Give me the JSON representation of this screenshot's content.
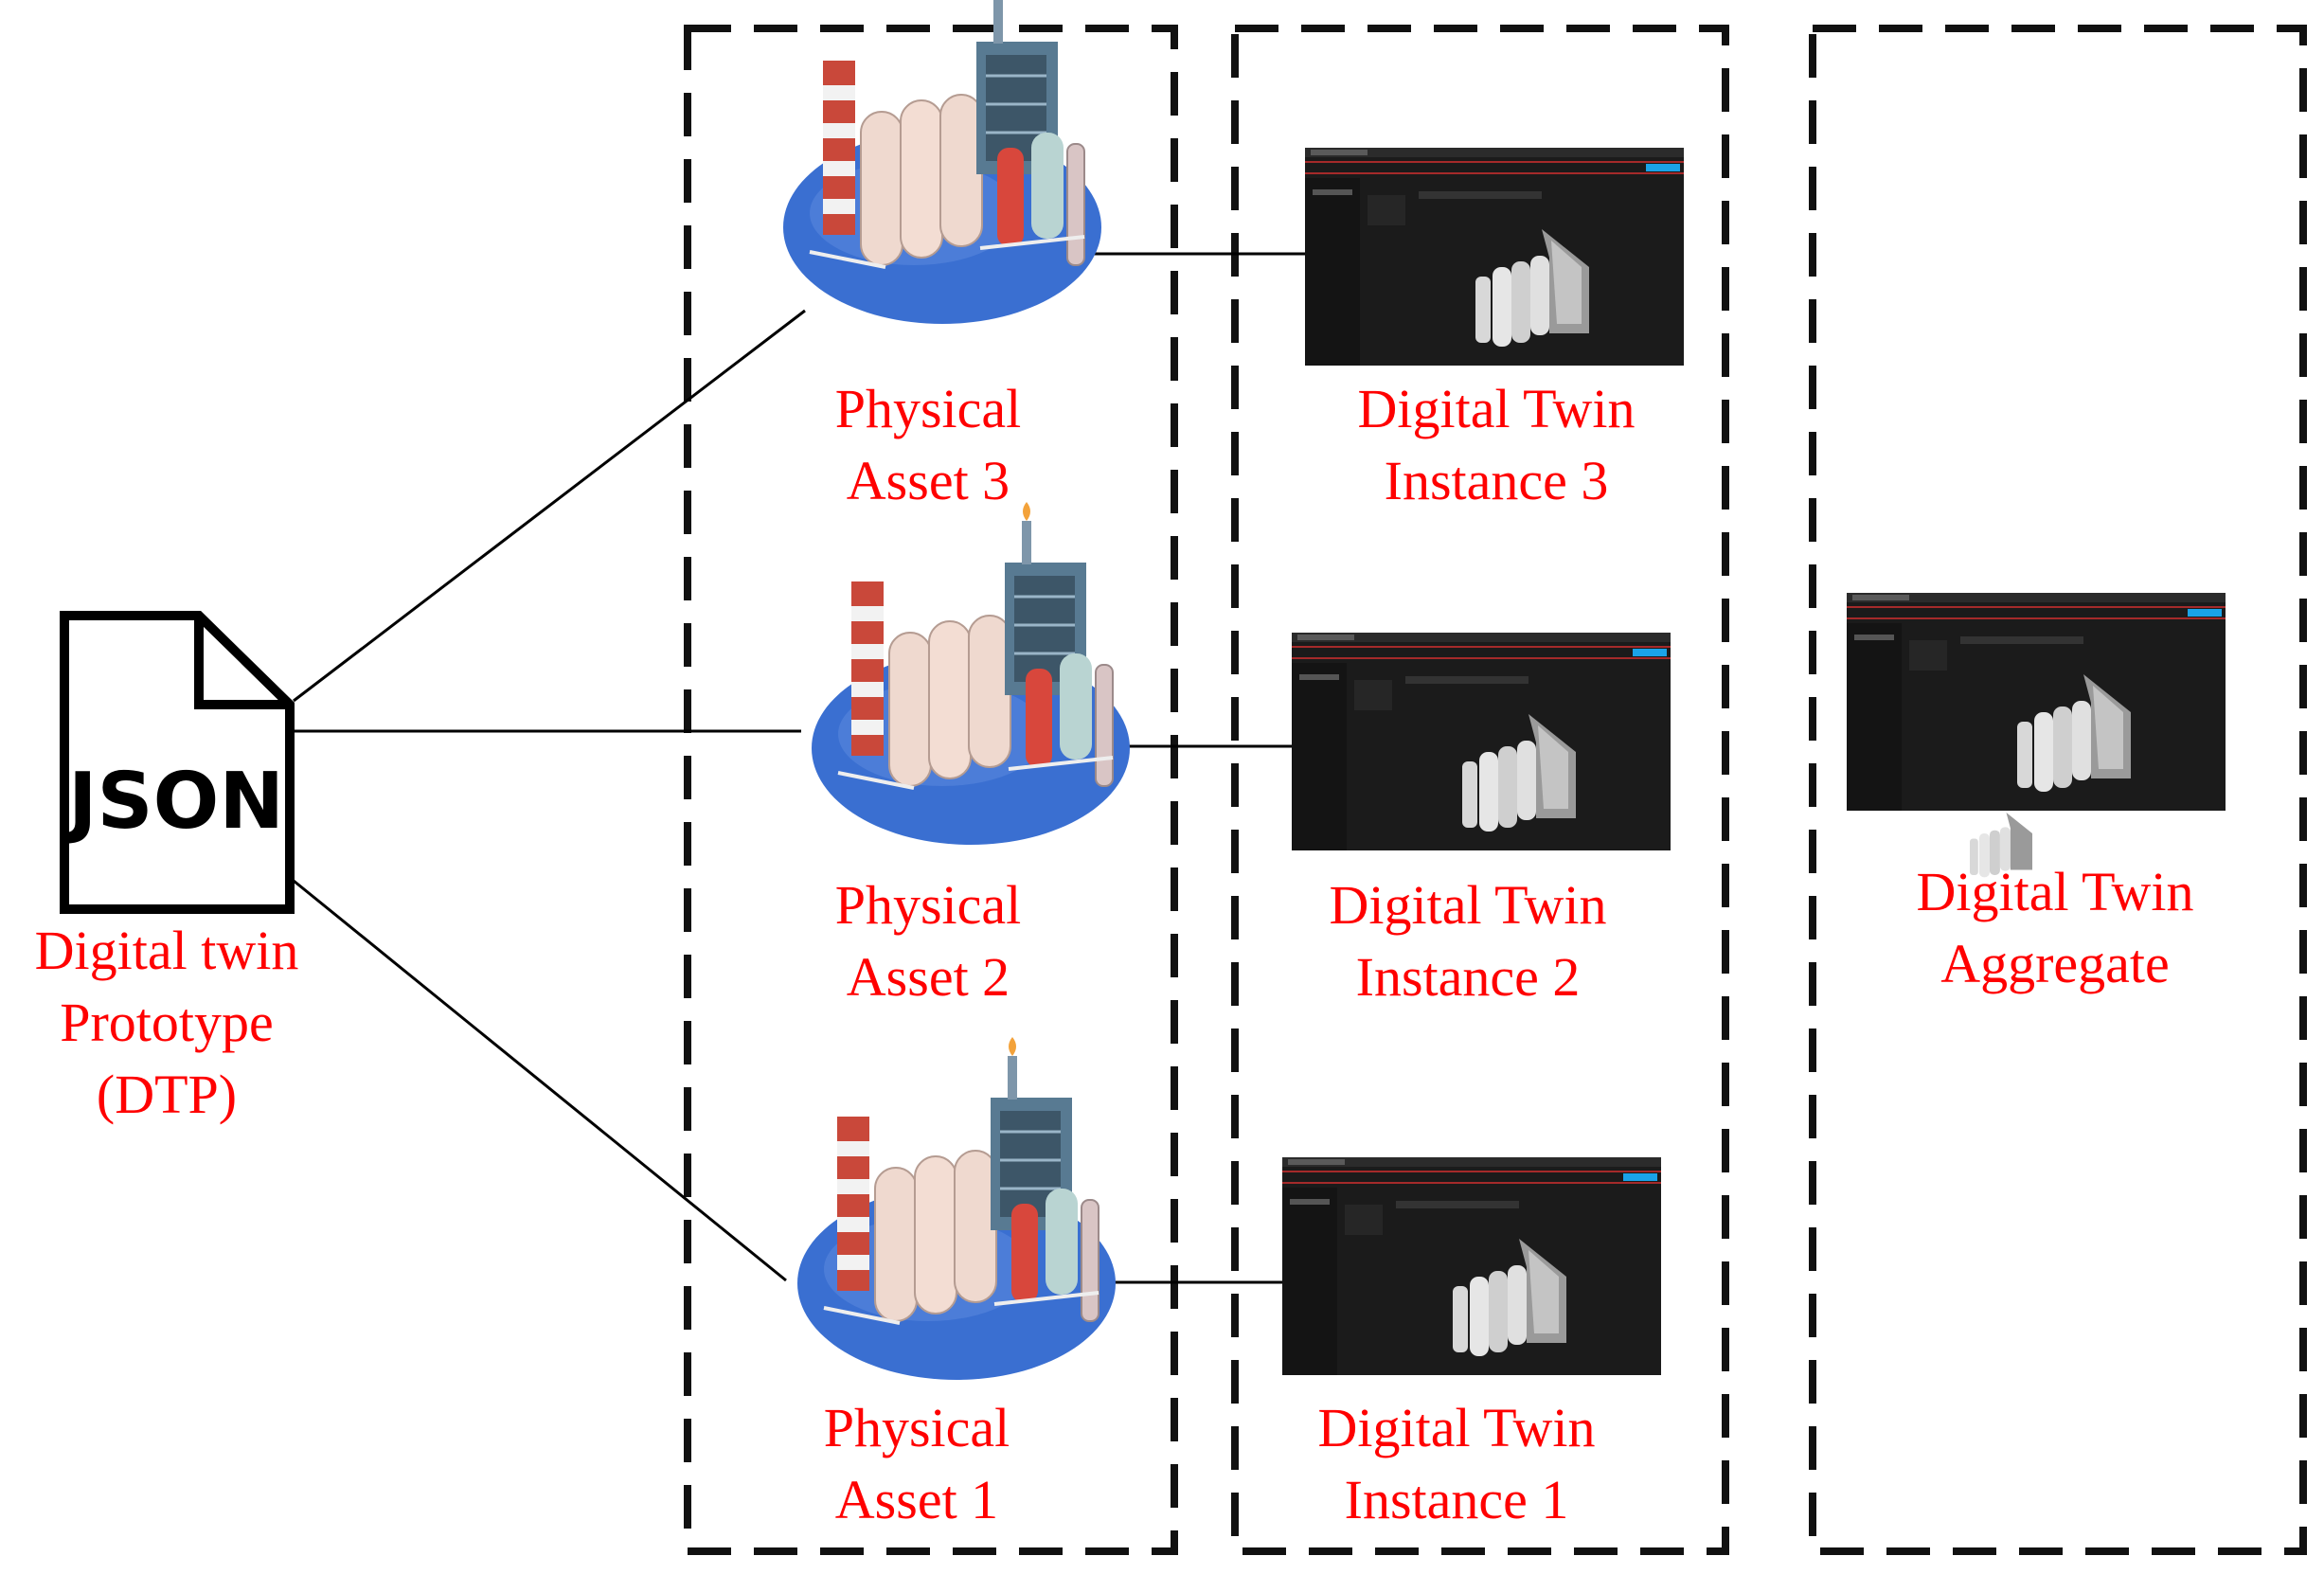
{
  "json_icon": {
    "text": "JSON"
  },
  "dtp": {
    "line1": "Digital twin",
    "line2": "Prototype",
    "line3": "(DTP)"
  },
  "assets": [
    {
      "line1": "Physical",
      "line2": "Asset 3"
    },
    {
      "line1": "Physical",
      "line2": "Asset 2"
    },
    {
      "line1": "Physical",
      "line2": "Asset 1"
    }
  ],
  "instances": [
    {
      "line1": "Digital Twin",
      "line2": "Instance 3"
    },
    {
      "line1": "Digital Twin",
      "line2": "Instance 2"
    },
    {
      "line1": "Digital Twin",
      "line2": "Instance 1"
    }
  ],
  "aggregate": {
    "line1": "Digital Twin",
    "line2": "Aggregate"
  },
  "colors": {
    "label": "#ff0000",
    "platform": "#3a6fd1",
    "screen_bg": "#1b1b1b",
    "screen_frame": "#2b2b2b"
  }
}
